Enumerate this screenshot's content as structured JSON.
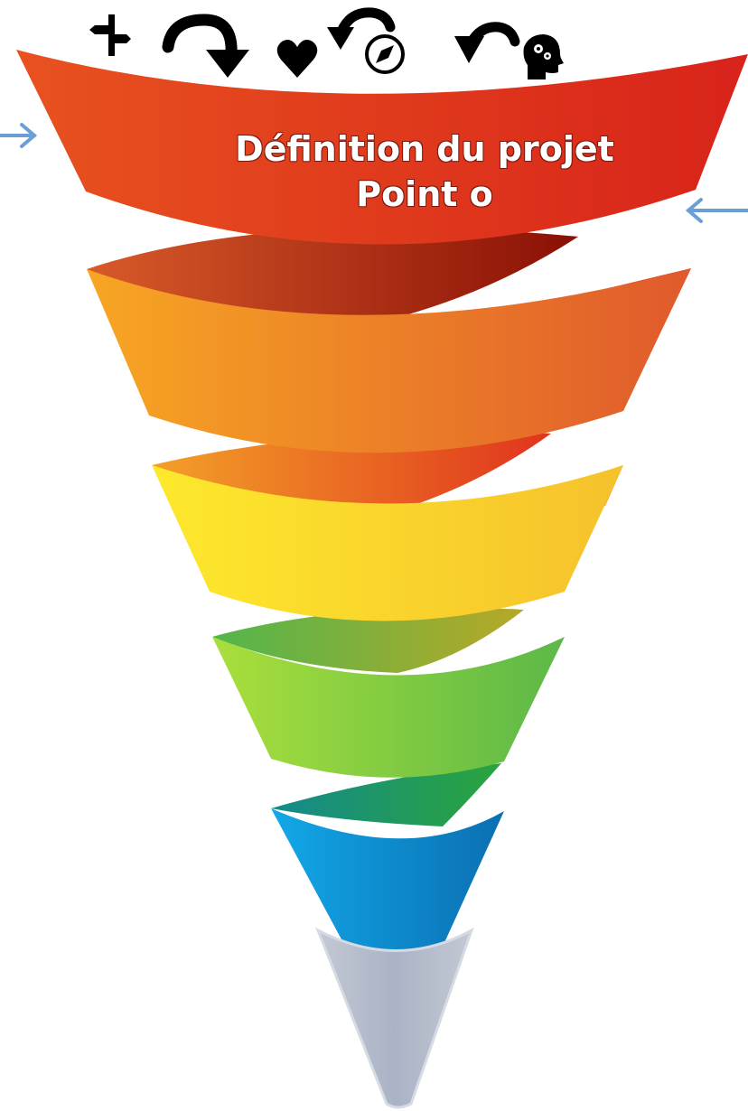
{
  "title": {
    "line1": "Définition du projet",
    "line2": "Point o"
  },
  "icons": [
    {
      "name": "signpost-icon"
    },
    {
      "name": "curved-arrow-down-icon"
    },
    {
      "name": "heart-icon"
    },
    {
      "name": "undo-compass-icon"
    },
    {
      "name": "undo-arrow-icon"
    },
    {
      "name": "head-gears-icon"
    }
  ],
  "inputs": [
    {
      "name": "input-arrow-left",
      "side": "left"
    },
    {
      "name": "input-arrow-right",
      "side": "right"
    }
  ],
  "funnel_bands": [
    {
      "name": "funnel-band-red",
      "from": "#e8521f",
      "to": "#d9221a"
    },
    {
      "name": "funnel-band-orange",
      "from": "#f6a323",
      "to": "#e05a2a"
    },
    {
      "name": "funnel-band-yellow",
      "from": "#fde82c",
      "to": "#f6c02b"
    },
    {
      "name": "funnel-band-green",
      "from": "#a8de3a",
      "to": "#5cb848"
    },
    {
      "name": "funnel-band-blue",
      "from": "#11a6e6",
      "to": "#0a6fb0"
    }
  ],
  "spout_color": "#b2bac9",
  "arrow_color": "#6a9fd6"
}
